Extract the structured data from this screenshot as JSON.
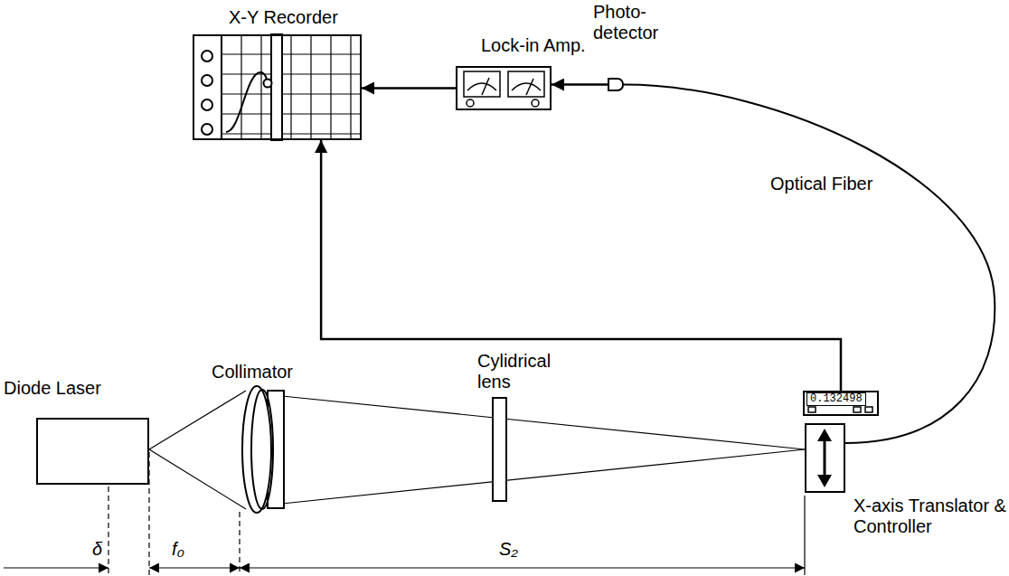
{
  "diagram": {
    "nodes": [
      {
        "text": [
          "X-Y Recorder"
        ]
      },
      {
        "text": [
          "Lock-in Amp."
        ]
      },
      {
        "text": [
          "Photo- detector"
        ]
      },
      {
        "text": [
          "0.132498"
        ]
      },
      {
        "text": [
          "X-axis Translator & Controller"
        ]
      },
      {
        "text": [
          "Diode Laser"
        ]
      }
    ],
    "edges": [
      {
        "from": 2,
        "to": 1,
        "arrow": "to"
      },
      {
        "from": 1,
        "to": 0,
        "arrow": "to"
      },
      {
        "from": 3,
        "to": 0,
        "arrow": "to"
      },
      {
        "from": 4,
        "to": 2,
        "label": "Optical Fiber",
        "arrow": "none"
      }
    ],
    "labels": [
      "Collimator",
      "Cylidrical lens",
      "δ",
      "f₀",
      "S₂"
    ]
  }
}
